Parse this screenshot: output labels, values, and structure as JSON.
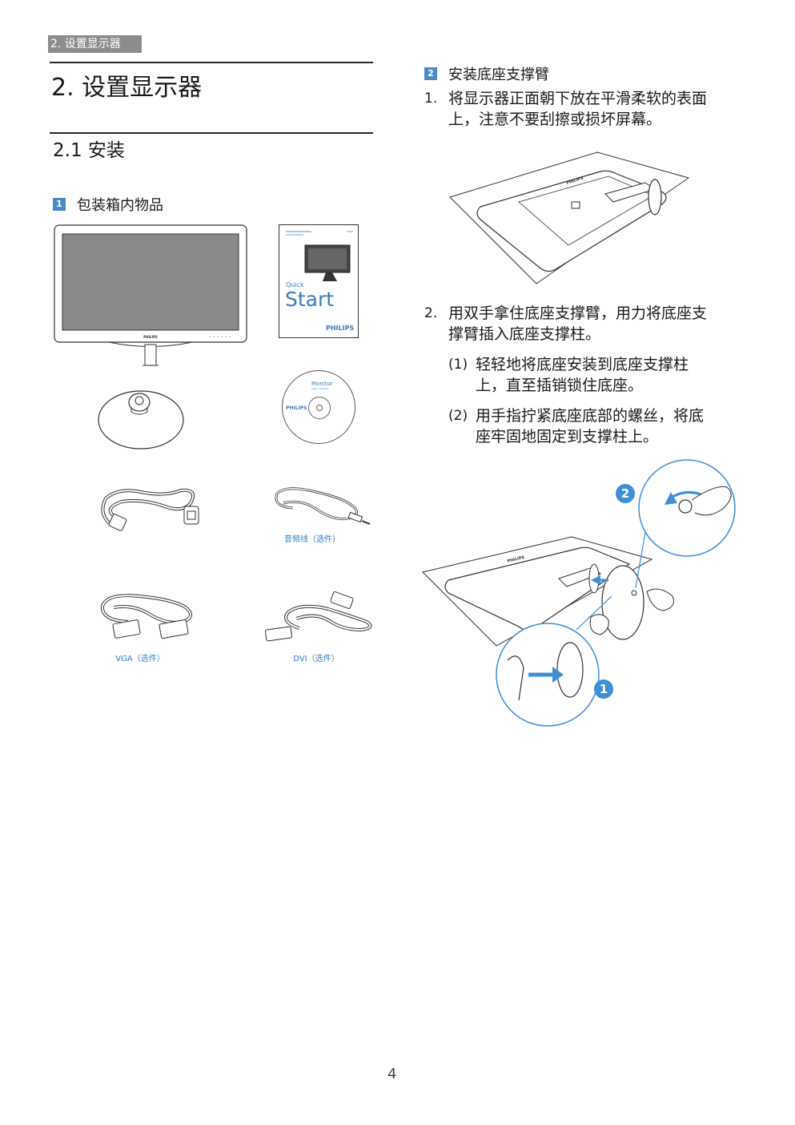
{
  "header": {
    "tab_label": "2. 设置显示器"
  },
  "chapter": {
    "title": "2.  设置显示器"
  },
  "section": {
    "title": "2.1  安装"
  },
  "package_contents": {
    "number": "1",
    "title": "包装箱内物品",
    "quick_start": {
      "brand": "PHILIPS",
      "label_small": "Quick",
      "label_big": "Start"
    },
    "cd": {
      "brand": "PHILIPS",
      "title": "Monitor",
      "subtitle": "user's manual"
    },
    "monitor_brand": "PHILIPS",
    "captions": {
      "audio": "音频线（选件）",
      "vga": "VGA（选件）",
      "dvi": "DVI（选件）"
    }
  },
  "install_base": {
    "number": "2",
    "title": "安装底座支撑臂",
    "steps": [
      {
        "num": "1.",
        "line1": "将显示器正面朝下放在平滑柔软的表面",
        "line2": "上，注意不要刮擦或损坏屏幕。"
      },
      {
        "num": "2.",
        "line1": "用双手拿住底座支撑臂，用力将底座支",
        "line2": "撑臂插入底座支撑柱。"
      }
    ],
    "substeps": [
      {
        "num": "(1)",
        "line1": "轻轻地将底座安装到底座支撑柱",
        "line2": "上，直至插销锁住底座。"
      },
      {
        "num": "(2)",
        "line1": "用手指拧紧底座底部的螺丝，将底",
        "line2": "座牢固地固定到支撑柱上。"
      }
    ],
    "figure_brand": "PHILIPS",
    "callouts": {
      "one": "1",
      "two": "2"
    }
  },
  "footer": {
    "page_number": "4"
  },
  "colors": {
    "accent": "#4a8ac4",
    "callout": "#3d8fd6",
    "header_bg": "#8c8c8c"
  }
}
